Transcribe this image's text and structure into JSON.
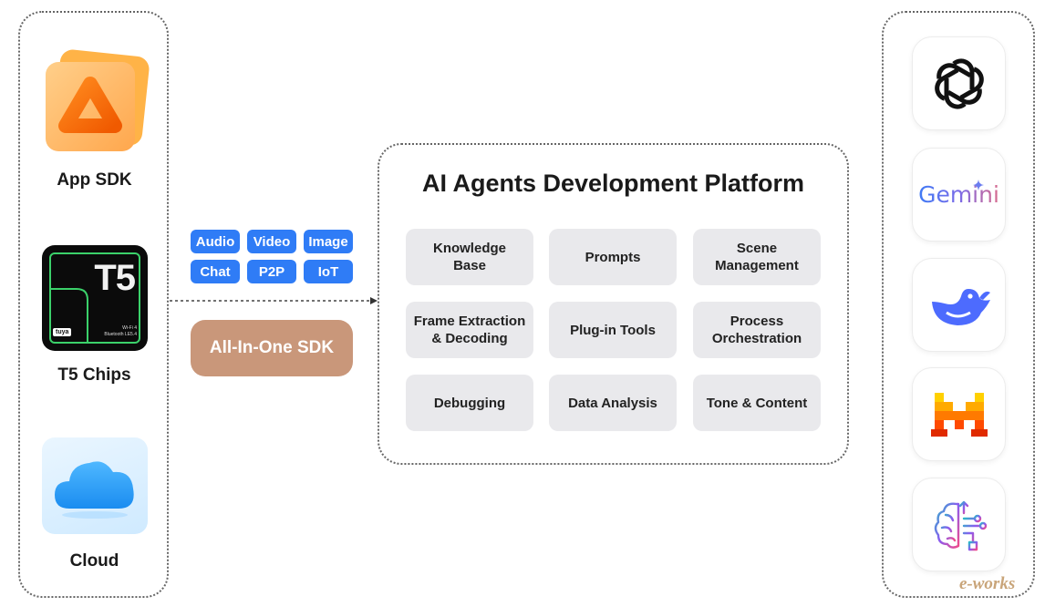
{
  "left_panel": {
    "app_sdk_label": "App SDK",
    "t5_chips_label": "T5 Chips",
    "cloud_label": "Cloud",
    "t5_chip": {
      "big_text": "T5",
      "brand_text": "tuya",
      "spec_line1": "Wi-Fi 4",
      "spec_line2": "Bluetooth LE5.4"
    }
  },
  "capabilities": [
    "Audio",
    "Video",
    "Image",
    "Chat",
    "P2P",
    "IoT"
  ],
  "sdk_button_label": "All-In-One SDK",
  "platform": {
    "title": "AI Agents Development Platform",
    "cells": [
      "Knowledge\nBase",
      "Prompts",
      "Scene\nManagement",
      "Frame Extraction\n& Decoding",
      "Plug-in Tools",
      "Process\nOrchestration",
      "Debugging",
      "Data Analysis",
      "Tone & Content"
    ]
  },
  "models": {
    "gemini_label": "Gemini",
    "icons": [
      "openai-icon",
      "gemini-logo",
      "deepseek-icon",
      "mistral-icon",
      "ai-brain-icon"
    ]
  },
  "watermark": "e-works",
  "colors": {
    "chip_blue": "#2f7cf6",
    "sdk_tan": "#c9977a",
    "cell_gray": "#e9e9ec",
    "t5_green": "#3bd16a"
  }
}
